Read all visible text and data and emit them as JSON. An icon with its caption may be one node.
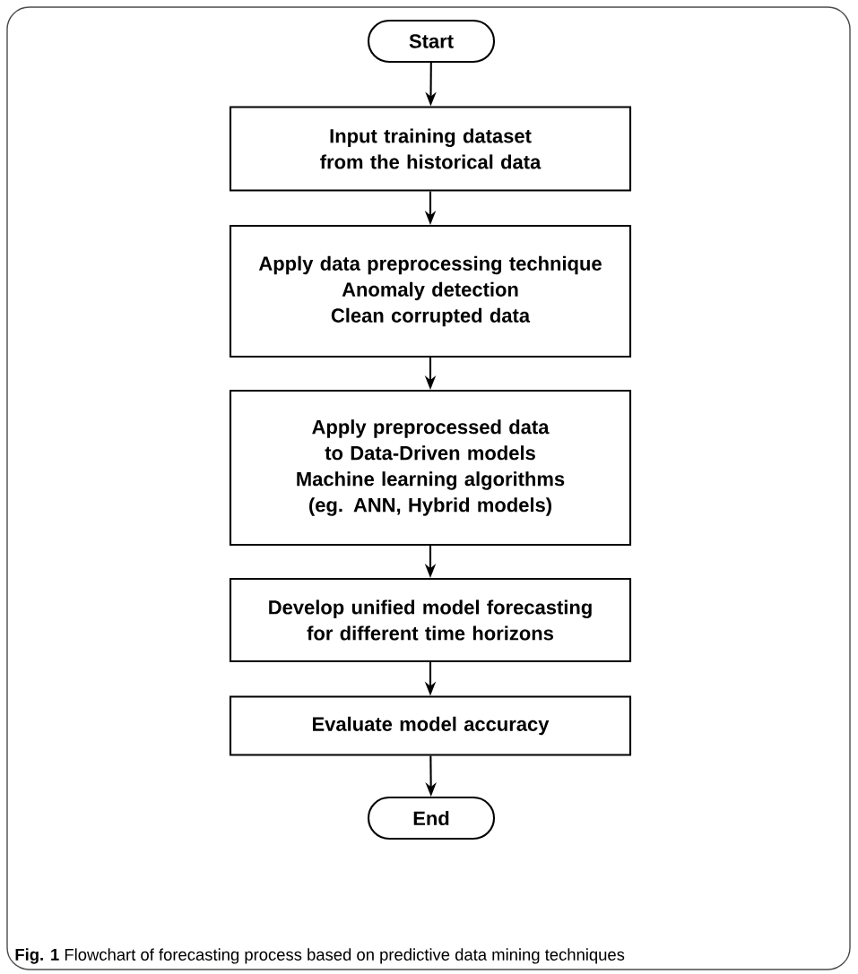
{
  "diagram": {
    "caption": "**Fig. 1** Flowchart of forecasting process based on predictive data mining techniques",
    "nodes": [
      {
        "text": [
          "Start"
        ]
      },
      {
        "text": [
          "Input training dataset from the historical data"
        ]
      },
      {
        "text": [
          "Apply data preprocessing technique",
          "Anomaly detection",
          "Clean corrupted data"
        ]
      },
      {
        "text": [
          "Apply preprocessed data to Data-Driven models",
          "Machine learning algorithms (eg. ANN, Hybrid models)"
        ]
      },
      {
        "text": [
          "Develop unified model forecasting for different time horizons"
        ]
      },
      {
        "text": [
          "Evaluate model accuracy"
        ]
      },
      {
        "text": [
          "End"
        ]
      }
    ],
    "edges": [
      {
        "from": 0,
        "to": 1,
        "arrow": "to"
      },
      {
        "from": 1,
        "to": 2,
        "arrow": "to"
      },
      {
        "from": 2,
        "to": 3,
        "arrow": "to"
      },
      {
        "from": 3,
        "to": 4,
        "arrow": "to"
      },
      {
        "from": 4,
        "to": 5,
        "arrow": "to"
      },
      {
        "from": 5,
        "to": 6,
        "arrow": "to"
      }
    ]
  }
}
